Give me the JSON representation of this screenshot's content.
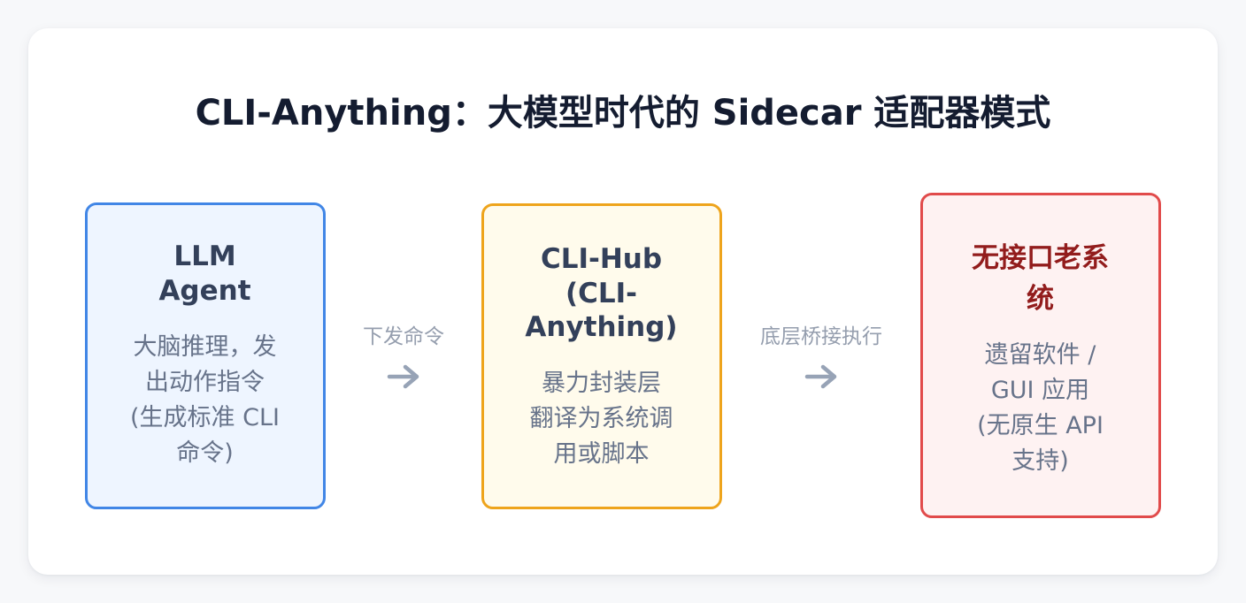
{
  "title": "CLI-Anything：大模型时代的 Sidecar 适配器模式",
  "nodes": {
    "agent": {
      "title": "LLM\nAgent",
      "desc": "大脑推理，发\n出动作指令\n(生成标准 CLI\n命令)"
    },
    "hub": {
      "title": "CLI-Hub\n(CLI-\nAnything)",
      "desc": "暴力封装层\n翻译为系统调\n用或脚本"
    },
    "legacy": {
      "title": "无接口老系\n统",
      "desc": "遗留软件 /\nGUI 应用\n(无原生 API\n支持)"
    }
  },
  "connectors": {
    "first": {
      "label": "下发命令"
    },
    "second": {
      "label": "底层桥接执行"
    }
  },
  "colors": {
    "agent_border": "#4186e6",
    "hub_border": "#eea41c",
    "legacy_border": "#e14b4b",
    "arrow": "#97a3b6"
  }
}
